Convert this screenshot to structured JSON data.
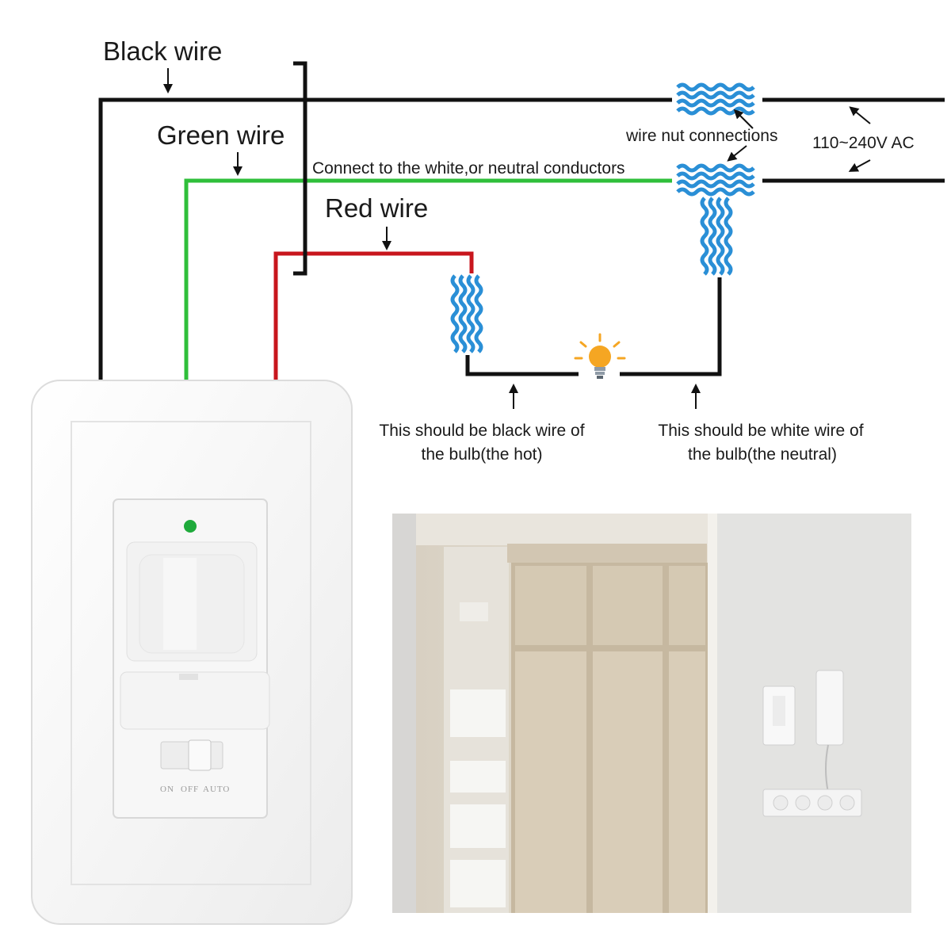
{
  "labels": {
    "black_wire": "Black wire",
    "green_wire": "Green wire",
    "red_wire": "Red wire",
    "neutral_note": "Connect to the white,or neutral conductors",
    "wire_nut": "wire nut connections",
    "voltage": "110~240V AC",
    "black_note_1": "This should be black wire of",
    "black_note_2": "the bulb(the hot)",
    "white_note_1": "This should be white wire of",
    "white_note_2": "the bulb(the neutral)"
  },
  "switch": {
    "modes": [
      "ON",
      "OFF",
      "AUTO"
    ],
    "selected_mode": "OFF"
  },
  "colors": {
    "black_wire": "#111111",
    "green_wire": "#2fbf3a",
    "red_wire": "#c8161d",
    "wire_nut": "#2a8fd6",
    "bulb": "#f5a623",
    "indicator_led": "#1faa3b"
  },
  "icons": [
    "wire-nut-icon",
    "light-bulb-icon",
    "arrow-icon",
    "indicator-led-icon"
  ]
}
